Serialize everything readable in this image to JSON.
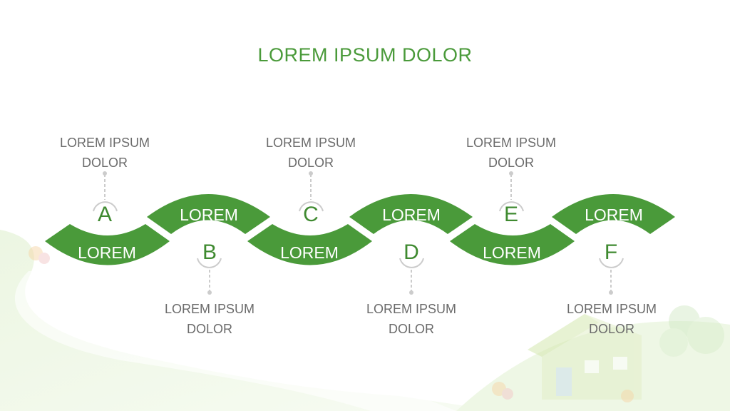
{
  "title": "LOREM IPSUM DOLOR",
  "colors": {
    "primary": "#4a9a3a",
    "dark": "#3f8a30",
    "connector": "#cccccc",
    "text": "#6b6b6b"
  },
  "steps": [
    {
      "letter": "A",
      "segment_label": "LOREM",
      "desc_line1": "LOREM IPSUM",
      "desc_line2": "DOLOR"
    },
    {
      "letter": "B",
      "segment_label": "LOREM",
      "desc_line1": "LOREM IPSUM",
      "desc_line2": "DOLOR"
    },
    {
      "letter": "C",
      "segment_label": "LOREM",
      "desc_line1": "LOREM IPSUM",
      "desc_line2": "DOLOR"
    },
    {
      "letter": "D",
      "segment_label": "LOREM",
      "desc_line1": "LOREM IPSUM",
      "desc_line2": "DOLOR"
    },
    {
      "letter": "E",
      "segment_label": "LOREM",
      "desc_line1": "LOREM IPSUM",
      "desc_line2": "DOLOR"
    },
    {
      "letter": "F",
      "segment_label": "LOREM",
      "desc_line1": "LOREM IPSUM",
      "desc_line2": "DOLOR"
    }
  ]
}
